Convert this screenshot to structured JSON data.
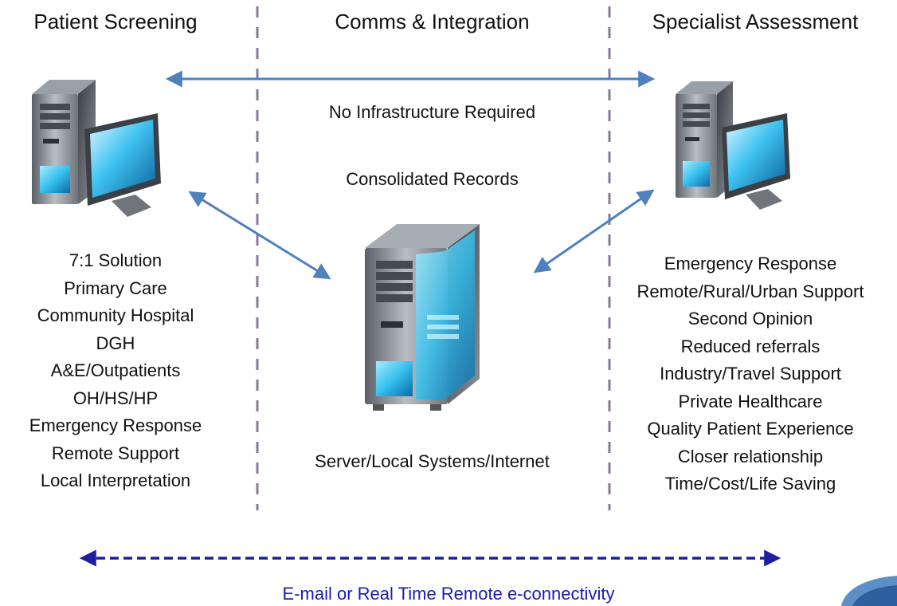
{
  "columns": {
    "left_title": "Patient Screening",
    "middle_title": "Comms & Integration",
    "right_title": "Specialist Assessment"
  },
  "left_items": [
    "7:1 Solution",
    "Primary Care",
    "Community Hospital",
    "DGH",
    "A&E/Outpatients",
    "OH/HS/HP",
    "Emergency Response",
    "Remote Support",
    "Local Interpretation"
  ],
  "right_items": [
    "Emergency Response",
    "Remote/Rural/Urban Support",
    "Second Opinion",
    "Reduced referrals",
    "Industry/Travel Support",
    "Private Healthcare",
    "Quality Patient Experience",
    "Closer relationship",
    "Time/Cost/Life Saving"
  ],
  "middle": {
    "label_top": "No Infrastructure Required",
    "label_mid": "Consolidated Records",
    "label_server": "Server/Local Systems/Internet"
  },
  "bottom_caption": "E-mail or Real Time Remote e-connectivity",
  "icons": {
    "left_computer": "desktop-computer-icon",
    "right_computer": "desktop-computer-icon",
    "center_server": "server-tower-icon"
  },
  "colors": {
    "solid_arrow": "#4f81bd",
    "dashed_arrow": "#1f1f9e",
    "divider": "#8a7a95",
    "caption": "#1b1bb0",
    "screen_glow": "#3fc3f0"
  }
}
